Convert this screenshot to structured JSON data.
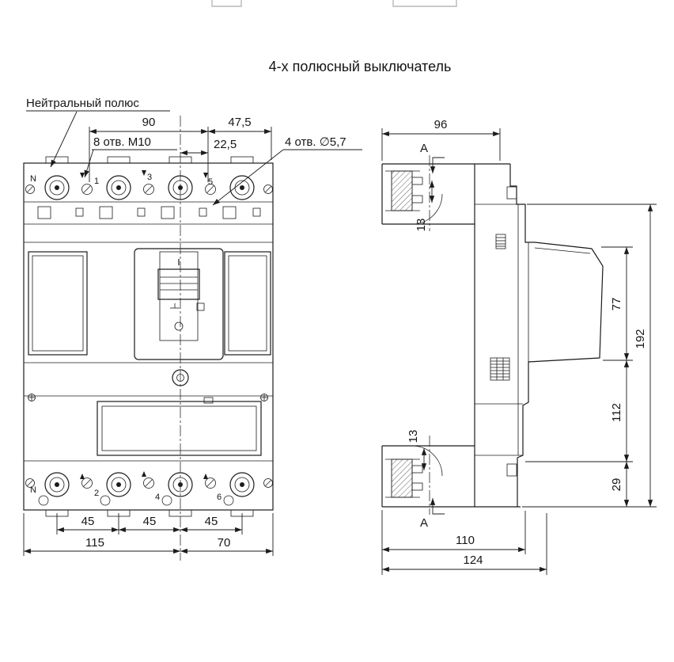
{
  "title": "4-х полюсный выключатель",
  "callouts": {
    "neutral_pole": "Нейтральный полюс",
    "holes_m10": "8 отв. М10",
    "holes_d57": "4 отв. ∅5,7"
  },
  "section_marks": {
    "top": "А",
    "bottom": "А"
  },
  "pole_labels": {
    "top": [
      "N",
      "1",
      "3",
      "5"
    ],
    "bottom": [
      "N",
      "2",
      "4",
      "6"
    ]
  },
  "dimensions_front": {
    "d90": "90",
    "d47_5": "47,5",
    "d22_5": "22,5",
    "d45_1": "45",
    "d45_2": "45",
    "d45_3": "45",
    "d115": "115",
    "d70": "70"
  },
  "dimensions_side": {
    "d96": "96",
    "d13_top": "13",
    "d77": "77",
    "d192": "192",
    "d112": "112",
    "d13_bottom": "13",
    "d29": "29",
    "d110": "110",
    "d124": "124"
  },
  "colors": {
    "line": "#1c1c1c",
    "background": "#ffffff"
  }
}
